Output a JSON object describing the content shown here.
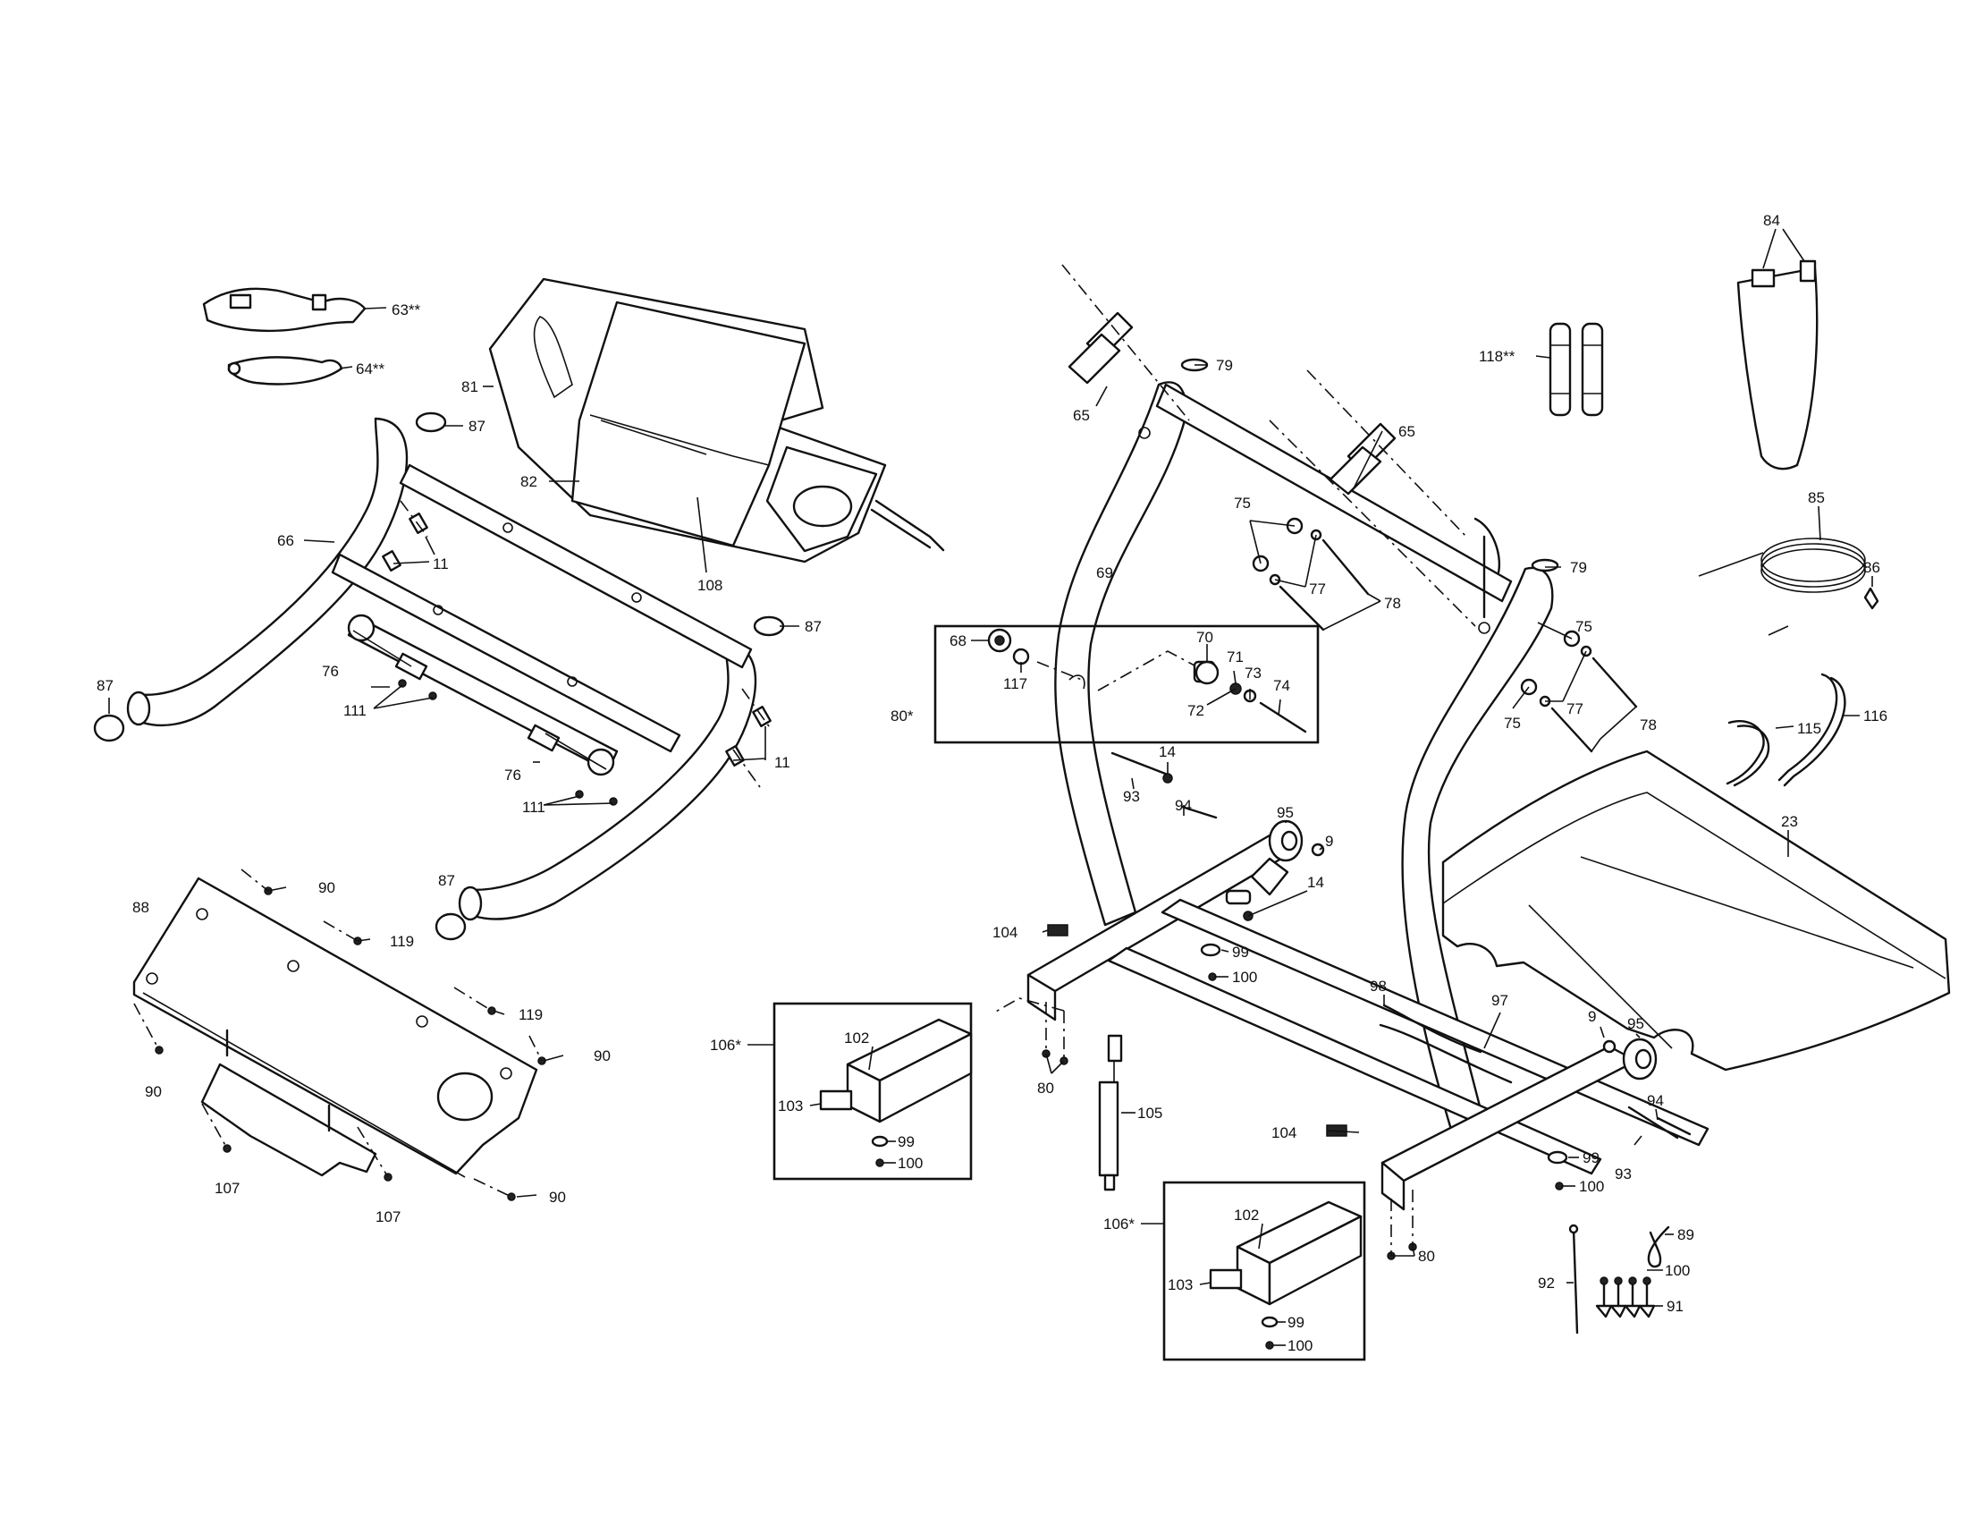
{
  "callouts": {
    "c63": "63**",
    "c64": "64**",
    "c81": "81",
    "c82": "82",
    "c108": "108",
    "c87a": "87",
    "c87b": "87",
    "c87c": "87",
    "c87d": "87",
    "c66": "66",
    "c11a": "11",
    "c11b": "11",
    "c76a": "76",
    "c76b": "76",
    "c111a": "111",
    "c111b": "111",
    "c88": "88",
    "c90a": "90",
    "c90b": "90",
    "c90c": "90",
    "c90d": "90",
    "c119a": "119",
    "c119b": "119",
    "c107a": "107",
    "c107b": "107",
    "c65a": "65",
    "c65b": "65",
    "c79a": "79",
    "c79b": "79",
    "c69": "69",
    "c75a": "75",
    "c75b": "75",
    "c75c": "75",
    "c77a": "77",
    "c77b": "77",
    "c78a": "78",
    "c78b": "78",
    "c68": "68",
    "c117": "117",
    "c70": "70",
    "c71": "71",
    "c72": "72",
    "c73": "73",
    "c74": "74",
    "c80s": "80*",
    "c93a": "93",
    "c93b": "93",
    "c14a": "14",
    "c14b": "14",
    "c94a": "94",
    "c94b": "94",
    "c95a": "95",
    "c95b": "95",
    "c9a": "9",
    "c9b": "9",
    "c104a": "104",
    "c104b": "104",
    "c99a": "99",
    "c99b": "99",
    "c99c": "99",
    "c99d": "99",
    "c100a": "100",
    "c100b": "100",
    "c100c": "100",
    "c100d": "100",
    "c100e": "100",
    "c80a": "80",
    "c80b": "80",
    "c105": "105",
    "c98": "98",
    "c97": "97",
    "c106a": "106*",
    "c106b": "106*",
    "c102a": "102",
    "c102b": "102",
    "c103a": "103",
    "c103b": "103",
    "c84": "84",
    "c118": "118**",
    "c85": "85",
    "c86": "86",
    "c115": "115",
    "c116": "116",
    "c23": "23",
    "c89": "89",
    "c92": "92",
    "c91": "91"
  }
}
